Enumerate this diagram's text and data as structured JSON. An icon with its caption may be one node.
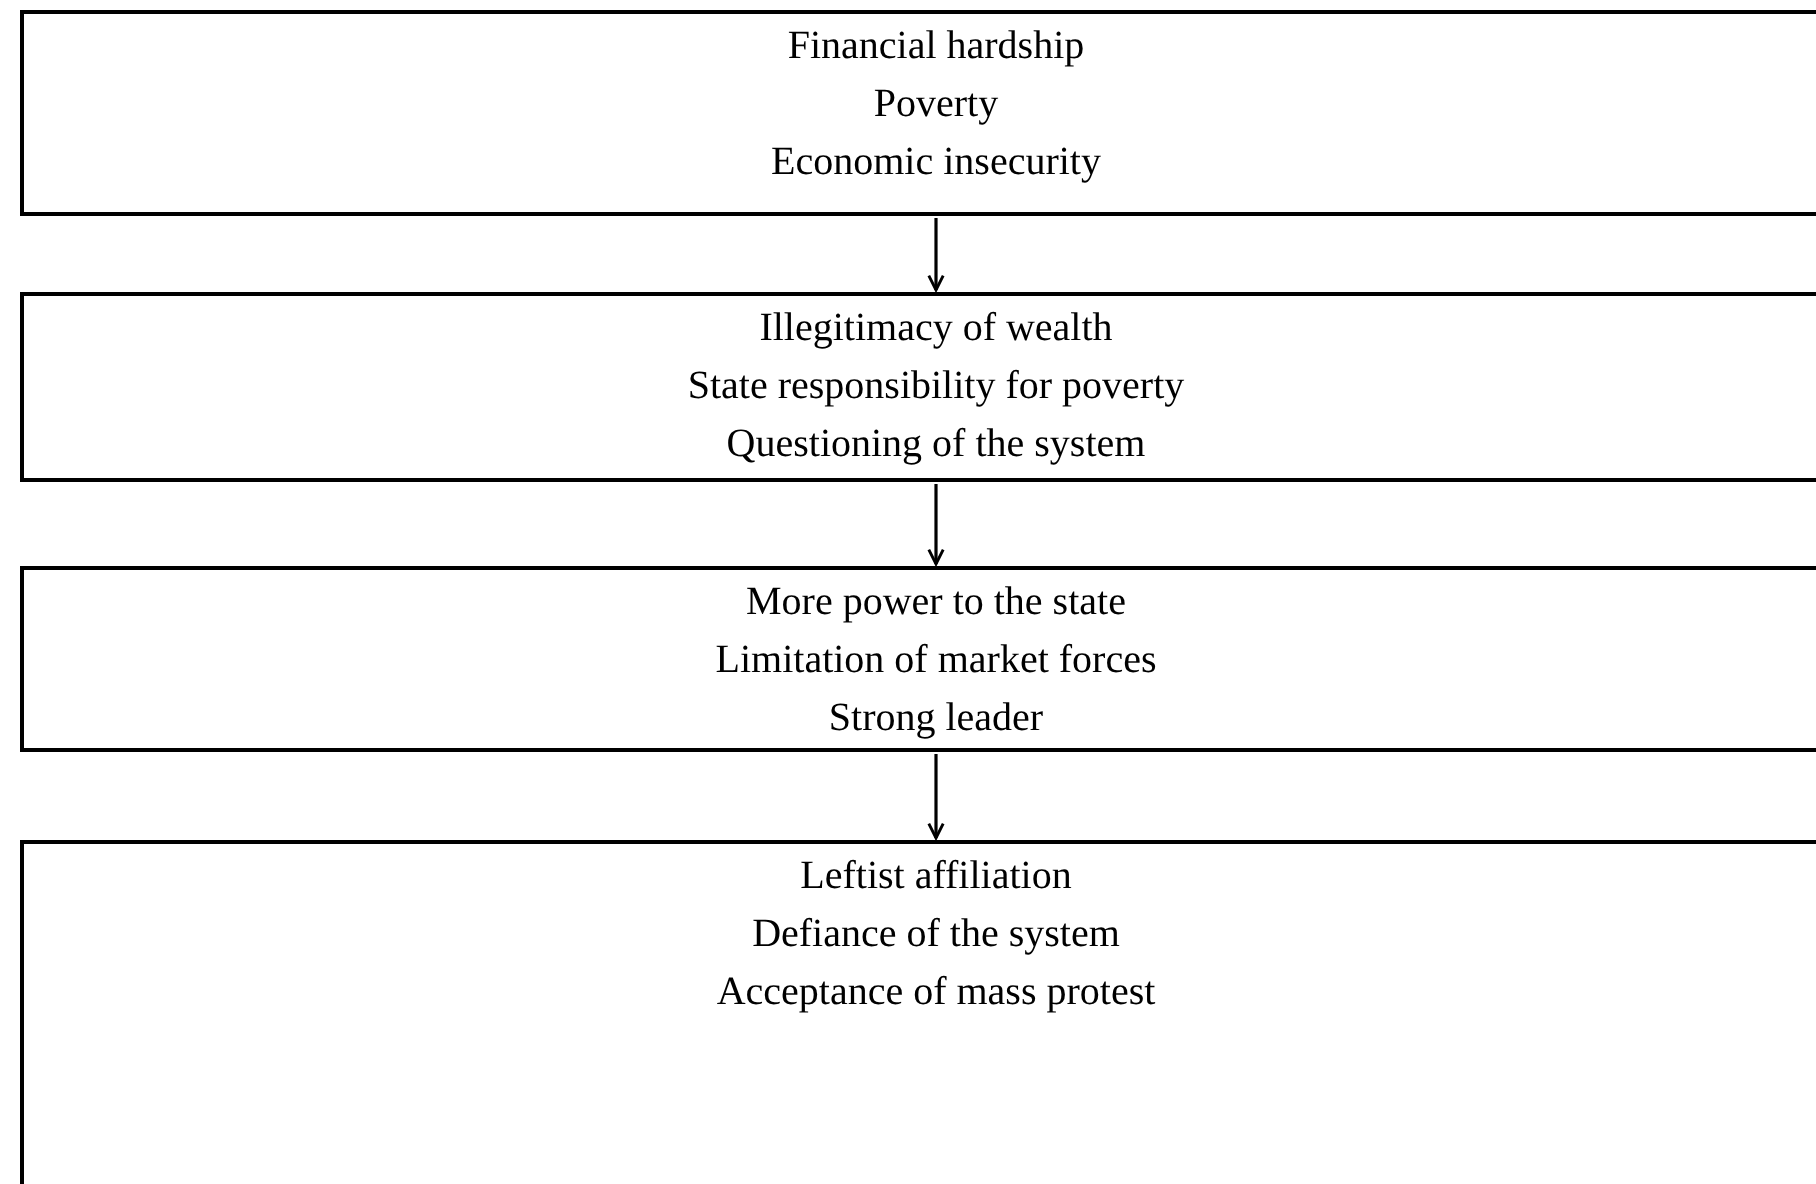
{
  "diagram": {
    "nodes": [
      {
        "text": [
          "Financial hardship",
          "Poverty",
          "Economic insecurity"
        ]
      },
      {
        "text": [
          "Illegitimacy of wealth",
          "State responsibility for poverty",
          "Questioning of the system"
        ]
      },
      {
        "text": [
          "More power to the state",
          "Limitation of market forces",
          "Strong leader"
        ]
      },
      {
        "text": [
          "Leftist affiliation",
          "Defiance of the system",
          "Acceptance of mass protest"
        ]
      }
    ],
    "edges": [
      {
        "from": 0,
        "to": 1,
        "arrow": "to"
      },
      {
        "from": 1,
        "to": 2,
        "arrow": "to"
      },
      {
        "from": 2,
        "to": 3,
        "arrow": "to"
      }
    ]
  }
}
